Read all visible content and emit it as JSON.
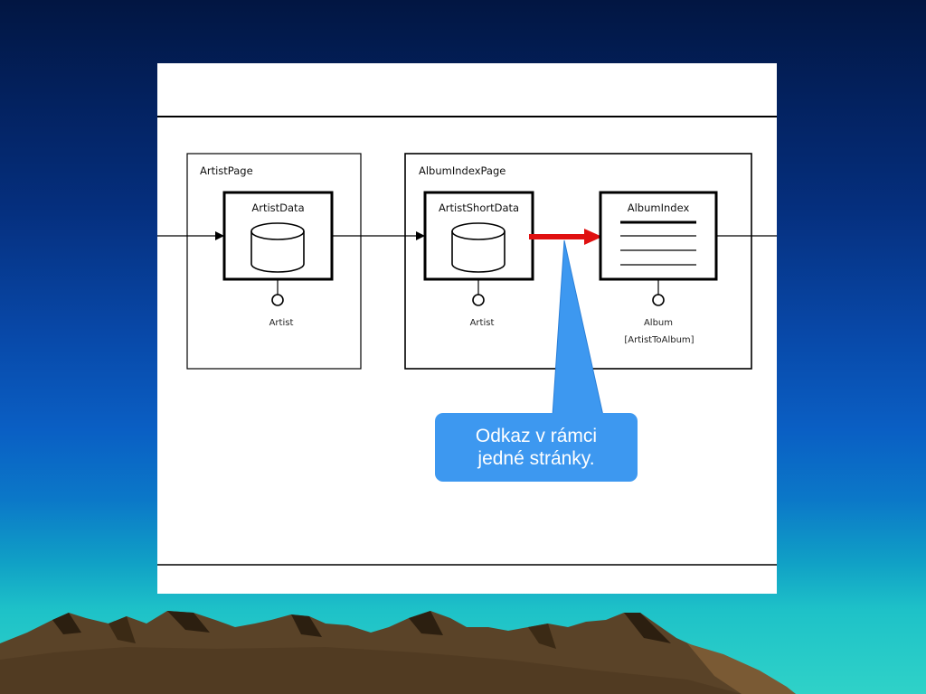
{
  "diagram": {
    "artist_page": {
      "title": "ArtistPage",
      "unit": {
        "title": "ArtistData",
        "parameter": "Artist",
        "icon": "database-icon"
      }
    },
    "album_index_page": {
      "title": "AlbumIndexPage",
      "units": [
        {
          "title": "ArtistShortData",
          "parameter": "Artist",
          "icon": "database-icon"
        },
        {
          "title": "AlbumIndex",
          "parameter": "Album",
          "selector": "[ArtistToAlbum]",
          "icon": "index-list-icon"
        }
      ]
    },
    "highlight_link_color": "#e01010"
  },
  "callout": {
    "line1": "Odkaz v rámci",
    "line2": "jedné stránky.",
    "color": "#3d98f0"
  },
  "colors": {
    "background_top": "#021642",
    "background_bottom": "#2fd2c8",
    "mountains": "#5a4328"
  }
}
